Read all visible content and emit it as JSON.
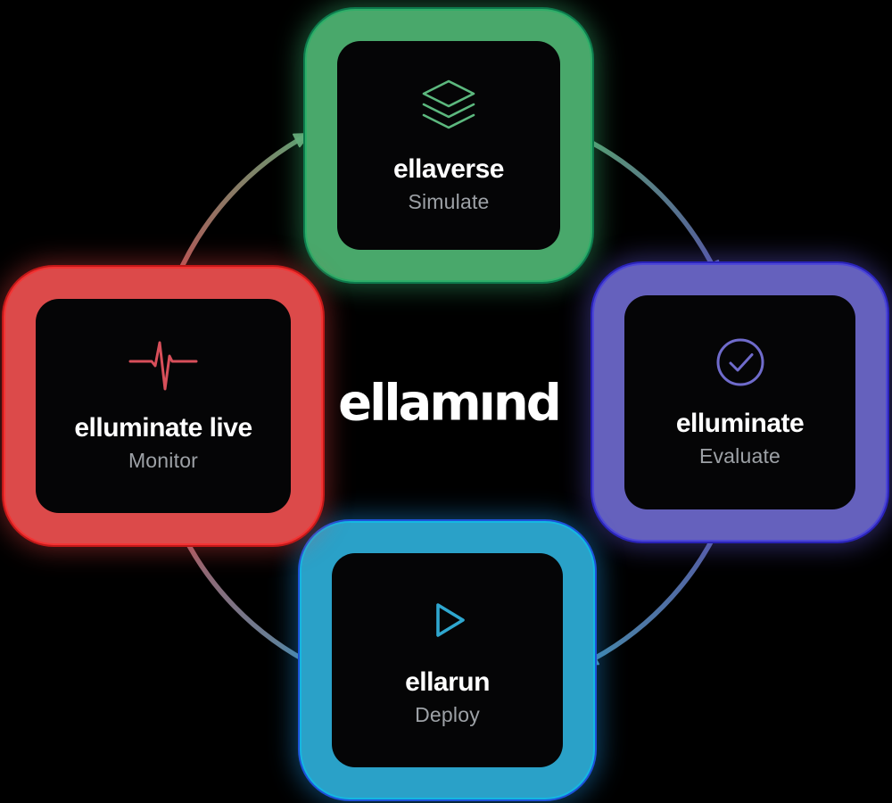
{
  "background_color": "#000000",
  "logo": {
    "text": "ellamınd",
    "color": "#ffffff"
  },
  "cards": [
    {
      "id": "ellaverse",
      "title": "ellaverse",
      "subtitle": "Simulate",
      "icon": "layers-icon",
      "accent_color": "#49a86b",
      "position": "top"
    },
    {
      "id": "elluminate",
      "title": "elluminate",
      "subtitle": "Evaluate",
      "icon": "check-circle-icon",
      "accent_color": "#6561bd",
      "position": "right"
    },
    {
      "id": "ellarun",
      "title": "ellarun",
      "subtitle": "Deploy",
      "icon": "play-icon",
      "accent_color": "#2aa1c8",
      "position": "bottom"
    },
    {
      "id": "elluminate-live",
      "title": "elluminate live",
      "subtitle": "Monitor",
      "icon": "activity-icon",
      "accent_color": "#dc4a4a",
      "position": "left"
    }
  ],
  "flow": {
    "direction": "clockwise",
    "sequence": [
      "Monitor",
      "Simulate",
      "Evaluate",
      "Deploy"
    ],
    "arc_gradients": [
      {
        "from": "#bf5f5f",
        "to": "#6fa87c",
        "corner": "top-left"
      },
      {
        "from": "#63a97c",
        "to": "#5b5fae",
        "corner": "top-right"
      },
      {
        "from": "#5d63b0",
        "to": "#4f93b6",
        "corner": "bottom-right"
      },
      {
        "from": "#5b94b2",
        "to": "#b4666d",
        "corner": "bottom-left"
      }
    ]
  },
  "text_colors": {
    "title": "#ffffff",
    "subtitle": "#9da1a6"
  }
}
